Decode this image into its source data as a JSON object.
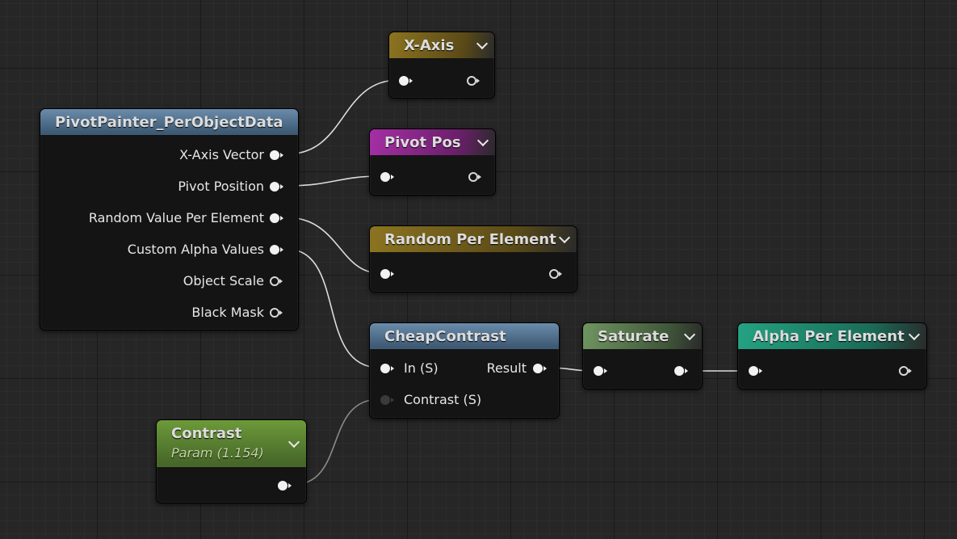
{
  "nodes": {
    "pivot_painter": {
      "title": "PivotPainter_PerObjectData",
      "outputs": [
        "X-Axis Vector",
        "Pivot Position",
        "Random Value Per Element",
        "Custom Alpha Values",
        "Object Scale",
        "Black Mask"
      ]
    },
    "x_axis": {
      "title": "X-Axis"
    },
    "pivot_pos": {
      "title": "Pivot Pos"
    },
    "random_per_element": {
      "title": "Random Per Element"
    },
    "cheap_contrast": {
      "title": "CheapContrast",
      "input_in": "In (S)",
      "input_contrast": "Contrast (S)",
      "output_result": "Result"
    },
    "saturate": {
      "title": "Saturate"
    },
    "alpha_per_element": {
      "title": "Alpha Per Element"
    },
    "contrast": {
      "title": "Contrast",
      "subtitle": "Param (1.154)"
    }
  },
  "colors": {
    "background": "#262626",
    "header_material_function": "#4f6e8a",
    "header_gold": "#8b7420",
    "header_magenta": "#8e2a8e",
    "header_saturate": "#5c7d4e",
    "header_teal": "#1f8a70",
    "header_param_green": "#5f8a30",
    "wire": "#e0e0e0",
    "pin": "#f2f2f2"
  },
  "icons": [
    "chevron-down-icon",
    "pin-icon"
  ]
}
